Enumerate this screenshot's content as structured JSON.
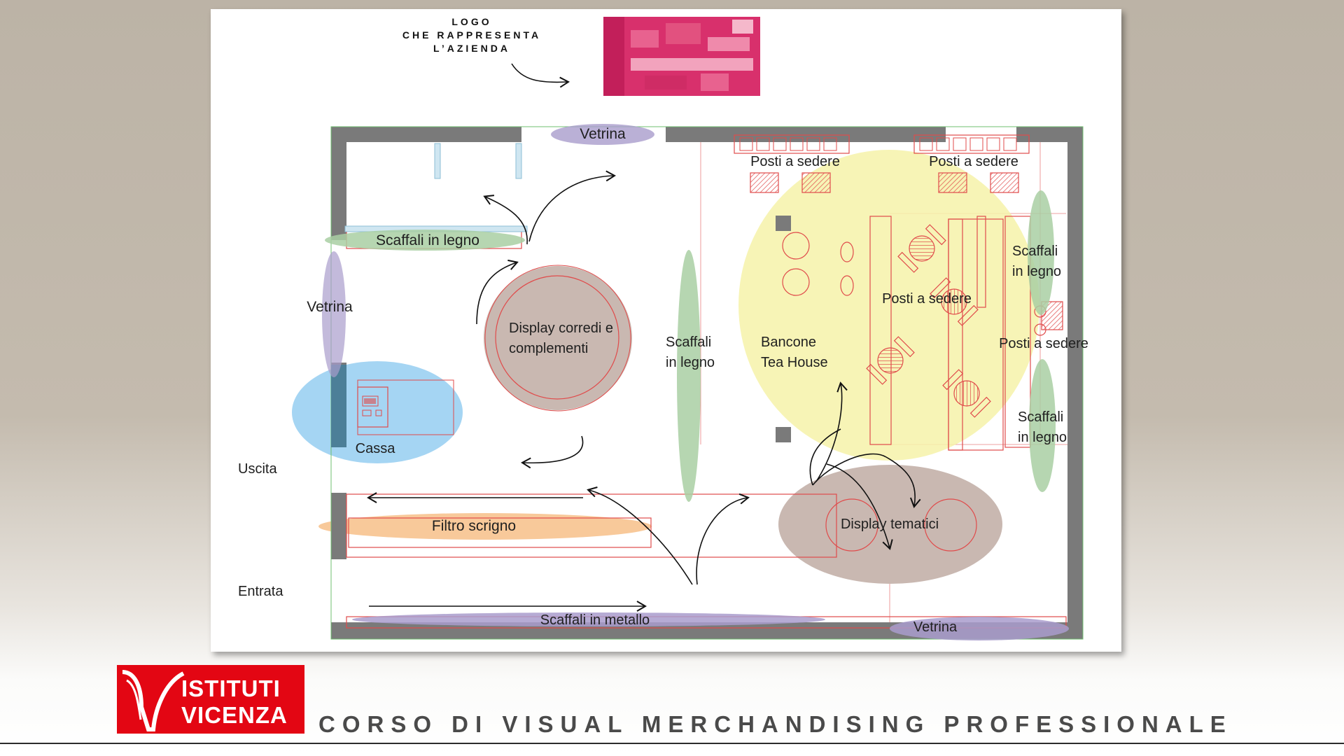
{
  "logo_note": [
    "LOGO",
    "CHE RAPPRESENTA",
    "L’AZIENDA"
  ],
  "labels": {
    "vetrina_top": "Vetrina",
    "vetrina_left": "Vetrina",
    "vetrina_bottom": "Vetrina",
    "posti_top_1": "Posti a sedere",
    "posti_top_2": "Posti a sedere",
    "posti_center": "Posti a sedere",
    "posti_right": "Posti a sedere",
    "scaffali_legno_top": "Scaffali in legno",
    "scaffali_legno_mid": [
      "Scaffali",
      "in legno"
    ],
    "scaffali_legno_right_top": [
      "Scaffali",
      "in legno"
    ],
    "scaffali_legno_right_bottom": [
      "Scaffali",
      "in legno"
    ],
    "display_corredi": [
      "Display corredi e",
      "complementi"
    ],
    "bancone": [
      "Bancone",
      "Tea House"
    ],
    "cassa": "Cassa",
    "uscita": "Uscita",
    "entrata": "Entrata",
    "filtro_scrigno": "Filtro scrigno",
    "display_tematici": "Display tematici",
    "scaffali_metallo": "Scaffali in metallo"
  },
  "footer": {
    "brand_line1": "ISTITUTI",
    "brand_line2": "VICENZA",
    "course": "CORSO DI VISUAL MERCHANDISING PROFESSIONALE"
  },
  "colors": {
    "wall": "#7a7a7a",
    "vetrina": "#a99ccc",
    "scaffali_legno": "#a9cfa3",
    "tea_zone": "#f6f2a9",
    "display": "#c9b8b1",
    "cassa": "#8ecbf0",
    "filtro": "#f8c99a",
    "brand": "#e30613",
    "plan_lines": "#e04b4b"
  }
}
